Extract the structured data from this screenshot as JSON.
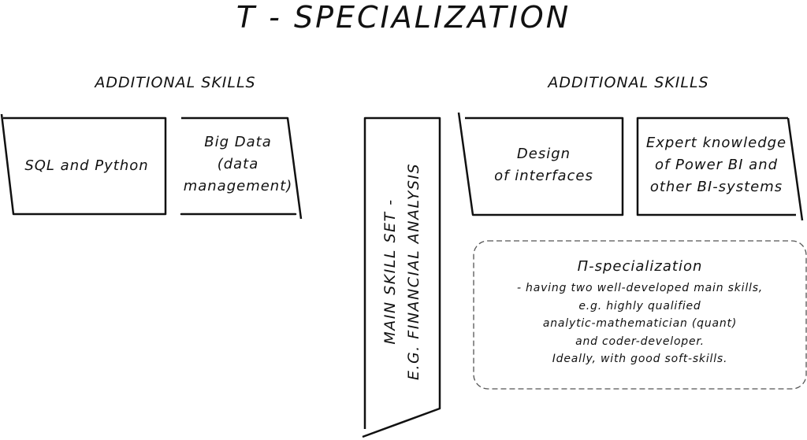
{
  "title": "T - SPECIALIZATION",
  "left_section": {
    "heading": "ADDITIONAL SKILLS",
    "boxes": [
      {
        "lines": [
          "SQL and Python"
        ]
      },
      {
        "lines": [
          "Big Data",
          "(data",
          "management)"
        ]
      }
    ]
  },
  "main_skill": {
    "lines": [
      "MAIN SKILL SET -",
      "E.G. FINANCIAL ANALYSIS"
    ]
  },
  "right_section": {
    "heading": "ADDITIONAL SKILLS",
    "boxes": [
      {
        "lines": [
          "Design",
          "of interfaces"
        ]
      },
      {
        "lines": [
          "Expert knowledge",
          "of Power BI and",
          "other BI-systems"
        ]
      }
    ]
  },
  "pi_specialization": {
    "heading": "Π-specialization",
    "lines": [
      "- having two well-developed main skills,",
      "e.g. highly qualified",
      "analytic-mathematician (quant)",
      "and coder-developer.",
      "Ideally, with good soft-skills."
    ]
  }
}
